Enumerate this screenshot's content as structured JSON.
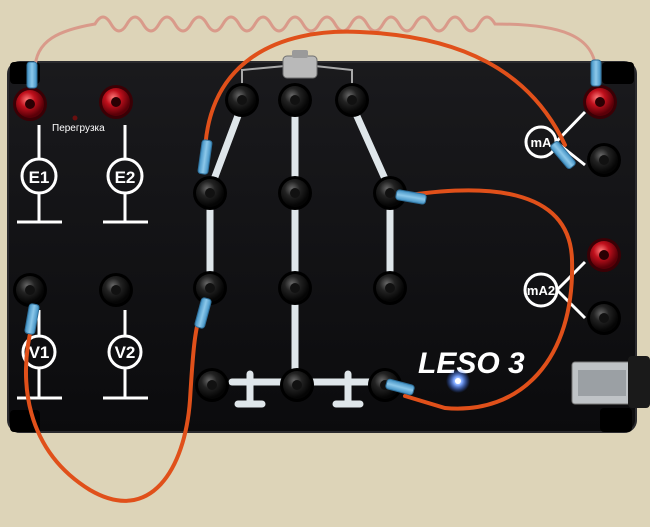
{
  "board": {
    "brand": "LESO 3",
    "overload_label": "Перегрузка"
  },
  "sources": {
    "e1": "E1",
    "e2": "E2"
  },
  "voltmeters": {
    "v1": "V1",
    "v2": "V2"
  },
  "ammeters": {
    "ma1": "mA",
    "ma2": "mA2"
  },
  "colors": {
    "background": "#ddd4b8",
    "board": "#0d0d0f",
    "print": "#ffffff",
    "red_terminal": "#c0101c",
    "wire_orange": "#e0501a",
    "wire_pink": "#d99a8a",
    "plug_blue": "#5aa9d6",
    "led_blue": "#2f6bff"
  },
  "icons": {
    "terminal": "binding-post",
    "plug": "banana-plug",
    "component": "diode",
    "led": "power-led",
    "connector": "usb-port"
  }
}
